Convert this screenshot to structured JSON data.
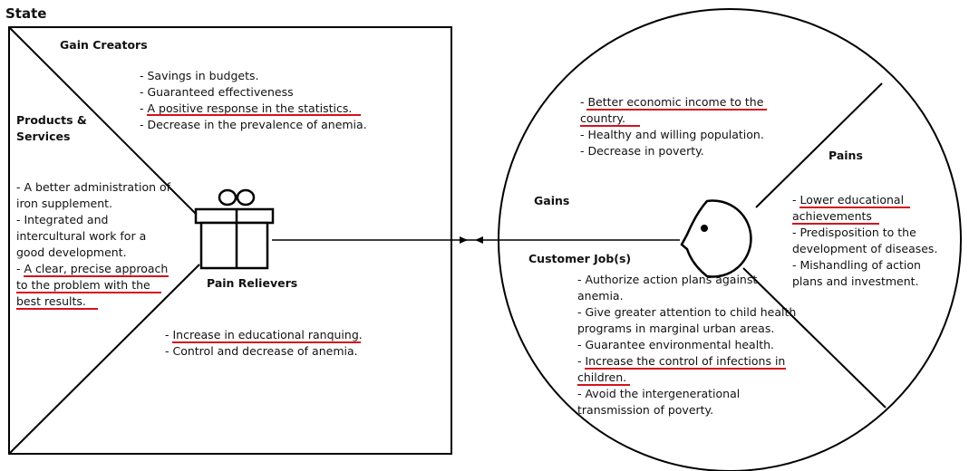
{
  "title": "State",
  "value_map": {
    "gain_creators": {
      "heading": "Gain Creators",
      "items": [
        "- Savings in budgets.",
        "- Guaranteed effectiveness",
        "- A positive response in the statistics.",
        "- Decrease in the prevalence of anemia."
      ]
    },
    "products_services": {
      "heading_line1": "Products &",
      "heading_line2": "Services",
      "lines": [
        "- A better administration of",
        "iron supplement.",
        "- Integrated and",
        "intercultural work for a",
        "good development.",
        "- A clear, precise approach",
        "to the problem with the",
        "best results."
      ]
    },
    "pain_relievers": {
      "heading": "Pain Relievers",
      "items": [
        "- Increase in educational ranquing.",
        "- Control and decrease of anemia."
      ]
    }
  },
  "customer_profile": {
    "gains": {
      "heading": "Gains",
      "lines": [
        "- Better economic income to the",
        "country.",
        "- Healthy and willing population.",
        "- Decrease in poverty."
      ]
    },
    "pains": {
      "heading": "Pains",
      "lines": [
        "- Lower educational",
        "achievements",
        "- Predisposition to the",
        "development of diseases.",
        "- Mishandling of action",
        "plans and investment."
      ]
    },
    "customer_jobs": {
      "heading": "Customer Job(s)",
      "lines": [
        "- Authorize action plans against",
        "anemia.",
        "- Give greater attention to child health",
        "programs in marginal urban areas.",
        "- Guarantee environmental health.",
        "- Increase the control of infections in",
        "children.",
        "-  Avoid the intergenerational",
        "transmission of poverty."
      ]
    }
  },
  "colors": {
    "stroke": "#000000",
    "highlight_underline": "#d4121e"
  },
  "icons": [
    "gift-icon",
    "customer-face-icon"
  ]
}
